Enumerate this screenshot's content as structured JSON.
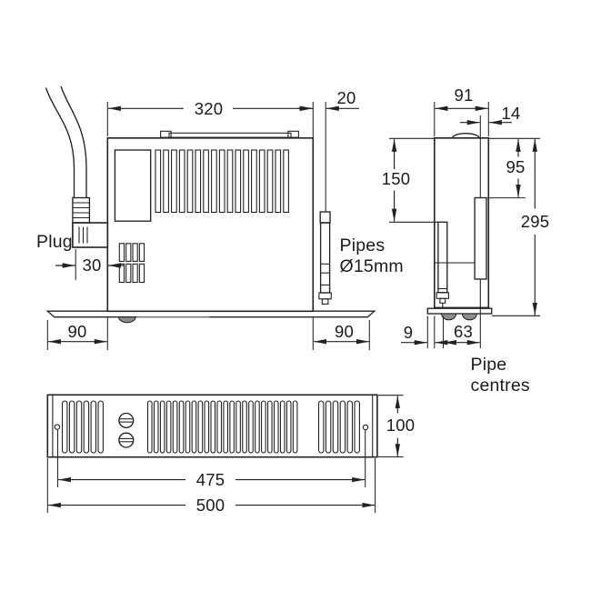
{
  "labels": {
    "plug": "Plug",
    "pipes": "Pipes\nØ15mm",
    "pipe_centres": "Pipe\ncentres"
  },
  "dims": {
    "side_width": "320",
    "pipe_offset": "20",
    "plug_clearance": "30",
    "base_overhang_left": "90",
    "base_overhang_right": "90",
    "end_width": "91",
    "pipe_to_edge": "14",
    "left_pipe_drop": "150",
    "right_pipe_drop": "95",
    "overall_height": "295",
    "plate_gap": "9",
    "pipe_centres": "63",
    "front_height": "100",
    "fixing_centres": "475",
    "front_width": "500"
  },
  "drawing": {
    "side_vent_slots": 17,
    "side_small_vent_cols": 4,
    "side_small_vent_rows": 2,
    "front_slot_groups": [
      6,
      24,
      6
    ],
    "line_color": "#222222",
    "shade_color": "#8d8d8d",
    "background": "#ffffff"
  }
}
